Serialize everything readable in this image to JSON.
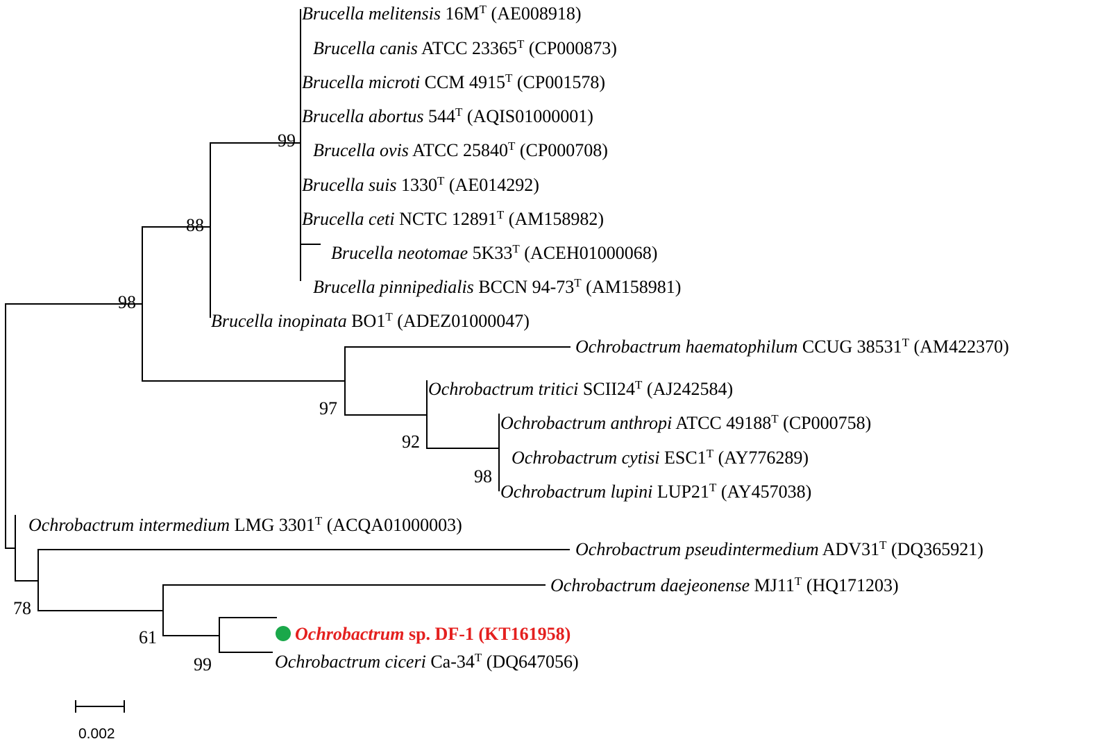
{
  "taxa": [
    {
      "id": "t1",
      "species": "Brucella melitensis",
      "strain": " 16M",
      "type": "T",
      "acc": " (AE008918)"
    },
    {
      "id": "t2",
      "species": "Brucella canis",
      "strain": " ATCC 23365",
      "type": "T",
      "acc": " (CP000873)"
    },
    {
      "id": "t3",
      "species": "Brucella microti",
      "strain": " CCM 4915",
      "type": "T",
      "acc": " (CP001578)"
    },
    {
      "id": "t4",
      "species": "Brucella abortus",
      "strain": " 544",
      "type": "T",
      "acc": " (AQIS01000001)"
    },
    {
      "id": "t5",
      "species": "Brucella ovis",
      "strain": " ATCC 25840",
      "type": "T",
      "acc": " (CP000708)"
    },
    {
      "id": "t6",
      "species": "Brucella suis",
      "strain": " 1330",
      "type": "T",
      "acc": " (AE014292)"
    },
    {
      "id": "t7",
      "species": "Brucella ceti",
      "strain": " NCTC 12891",
      "type": "T",
      "acc": " (AM158982)"
    },
    {
      "id": "t8",
      "species": "Brucella neotomae",
      "strain": " 5K33",
      "type": "T",
      "acc": " (ACEH01000068)"
    },
    {
      "id": "t9",
      "species": "Brucella pinnipedialis",
      "strain": " BCCN 94-73",
      "type": "T",
      "acc": " (AM158981)"
    },
    {
      "id": "t10",
      "species": "Brucella inopinata",
      "strain": " BO1",
      "type": "T",
      "acc": " (ADEZ01000047)"
    },
    {
      "id": "t11",
      "species": "Ochrobactrum haematophilum",
      "strain": " CCUG 38531",
      "type": "T",
      "acc": " (AM422370)"
    },
    {
      "id": "t12",
      "species": "Ochrobactrum tritici",
      "strain": " SCII24",
      "type": "T",
      "acc": " (AJ242584)"
    },
    {
      "id": "t13",
      "species": "Ochrobactrum anthropi",
      "strain": " ATCC 49188",
      "type": "T",
      "acc": " (CP000758)"
    },
    {
      "id": "t14",
      "species": "Ochrobactrum cytisi",
      "strain": " ESC1",
      "type": "T",
      "acc": " (AY776289)"
    },
    {
      "id": "t15",
      "species": "Ochrobactrum lupini",
      "strain": " LUP21",
      "type": "T",
      "acc": " (AY457038)"
    },
    {
      "id": "t16",
      "species": "Ochrobactrum intermedium",
      "strain": " LMG 3301",
      "type": "T",
      "acc": " (ACQA01000003)"
    },
    {
      "id": "t17",
      "species": "Ochrobactrum pseudintermedium",
      "strain": " ADV31",
      "type": "T",
      "acc": " (DQ365921)"
    },
    {
      "id": "t18",
      "species": "Ochrobactrum daejeonense",
      "strain": " MJ11",
      "type": "T",
      "acc": " (HQ171203)"
    },
    {
      "id": "t19",
      "species": "Ochrobactrum",
      "strain": " sp. DF-1 (KT161958)",
      "type": "",
      "acc": "",
      "highlight": true
    },
    {
      "id": "t20",
      "species": "Ochrobactrum ciceri",
      "strain": " Ca-34",
      "type": "T",
      "acc": " (DQ647056)"
    }
  ],
  "bootstrap": [
    "99",
    "88",
    "98",
    "97",
    "92",
    "98",
    "78",
    "61",
    "99"
  ],
  "scale_bar": {
    "label": "0.002",
    "value": 0.002
  },
  "colors": {
    "branch": "#000000",
    "highlight_text": "#e4201f",
    "highlight_marker": "#1aa84a"
  }
}
